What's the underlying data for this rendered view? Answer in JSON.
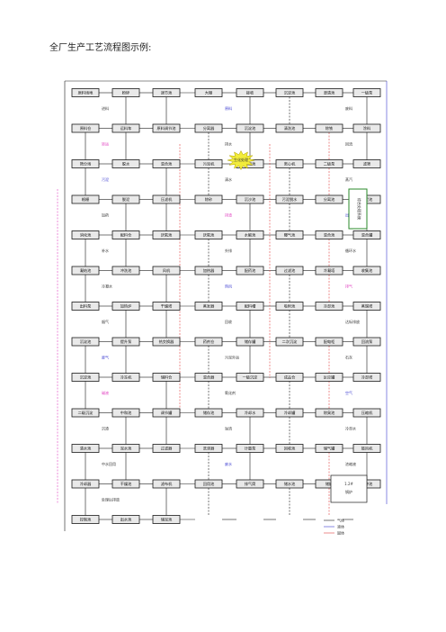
{
  "page": {
    "title": "全厂生产工艺流程图示例:"
  },
  "colors": {
    "box_fill": "#e9e9e9",
    "box_stroke": "#1a1a1a",
    "blue": "#3a3ad0",
    "pink": "#e040c0",
    "red": "#e04040",
    "burst": "#f2ec3a",
    "green_border": "#2a8a2a"
  },
  "boxes": [
    "原料场地",
    "粉碎",
    "调节池",
    "大棚",
    "接收",
    "沉淀池",
    "澄清池",
    "一级泵",
    "原料仓",
    "运料车",
    "原料调节池",
    "分离器",
    "沉淀池",
    "清洗池",
    "除铁",
    "涂料",
    "筛分场",
    "脱水",
    "混合池",
    "污泥机",
    "浓缩池",
    "离心机",
    "二级泵",
    "滤筛",
    "格栅",
    "脱泥",
    "压滤机",
    "除砂",
    "沉沙池",
    "污泥脱水",
    "分离池",
    "脱泥池",
    "消化池",
    "配料仓",
    "厌氧池",
    "厌氧池",
    "水解池",
    "曝气池",
    "混合池",
    "混合罐",
    "凝结池",
    "冲洗池",
    "风机",
    "加热器",
    "配药池",
    "过滤池",
    "冷凝塔",
    "收集池",
    "出料泵",
    "加热炉",
    "干燥塔",
    "蒸发器",
    "配料槽",
    "吸附池",
    "冷却池",
    "蒸馏塔",
    "沉淀池",
    "提升泵",
    "热交换器",
    "药剂仓",
    "储存罐",
    "二次沉淀",
    "配电柜",
    "回流泵",
    "沉淀池",
    "冷冻机",
    "储料仓",
    "混合器",
    "一级沉淀",
    "成品仓",
    "反应罐",
    "冷却塔",
    "二级沉淀",
    "中和池",
    "调节罐",
    "储存池",
    "冷却水",
    "冷却罐",
    "除臭池",
    "压缩机",
    "清水池",
    "泥水池",
    "过滤器",
    "洗涤器",
    "计量泵",
    "回收池",
    "储气罐",
    "鼓风机",
    "冷却器",
    "干燥池",
    "滤布机",
    "回用池",
    "排气筒",
    "储水池",
    "储罐",
    "缓冲池",
    "控制池",
    "出水池",
    "储泥池"
  ],
  "labels": [
    "进料",
    "原料",
    "废料",
    "转运",
    "排水",
    "回流",
    "污泥",
    "清水",
    "蒸汽",
    "加药",
    "排渣",
    "出料",
    "补水",
    "外排",
    "循环水",
    "冷凝水",
    "热风",
    "排气",
    "烟气",
    "回收",
    "达标排放",
    "废气",
    "污泥外运",
    "石灰",
    "碱液",
    "氧化剂",
    "空气",
    "沉渣",
    "溢流",
    "冷却水",
    "中水回用",
    "废水",
    "浓缩液",
    "处理后排放"
  ],
  "burst": {
    "label": "生化处理"
  },
  "side_box": {
    "label": "综合处理系统"
  },
  "panel": {
    "lines": [
      "1.2#",
      "锅炉"
    ]
  },
  "legend": [
    "气体",
    "液体",
    "固体"
  ]
}
